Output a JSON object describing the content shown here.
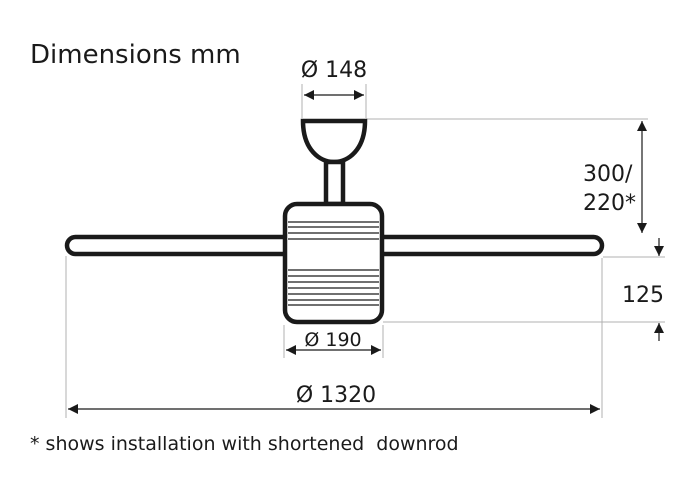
{
  "title": "Dimensions mm",
  "dimensions": {
    "canopy_diameter": "Ø 148",
    "downrod_height_line1": "300/",
    "downrod_height_line2": "220*",
    "motor_height": "125",
    "motor_diameter": "Ø 190",
    "span_diameter": "Ø 1320"
  },
  "footnote": "* shows installation with shortened  downrod",
  "colors": {
    "line": "#1a1a1a",
    "guide": "#b0b0b0"
  }
}
